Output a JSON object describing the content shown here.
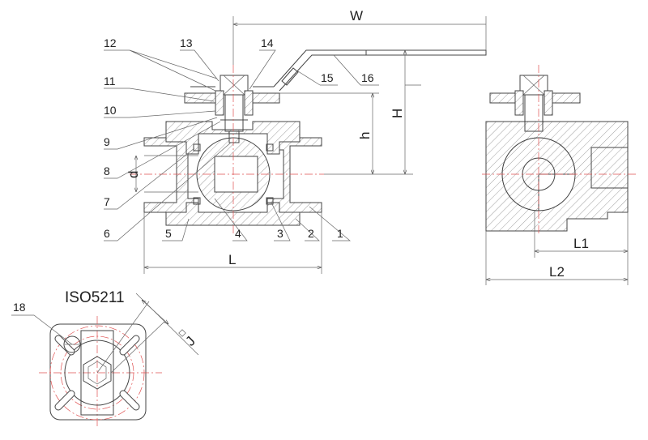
{
  "title": "3-piece ball valve sectional drawing",
  "part_numbers": [
    "1",
    "2",
    "3",
    "4",
    "5",
    "6",
    "7",
    "8",
    "9",
    "10",
    "11",
    "12",
    "13",
    "14",
    "15",
    "16",
    "18"
  ],
  "dimensions": {
    "W": "W",
    "H": "H",
    "h": "h",
    "d": "d",
    "L": "L",
    "L1": "L1",
    "L2": "L2",
    "J": "J"
  },
  "iso_label": "ISO5211",
  "colors": {
    "line": "#444444",
    "centerline": "#e05050"
  }
}
